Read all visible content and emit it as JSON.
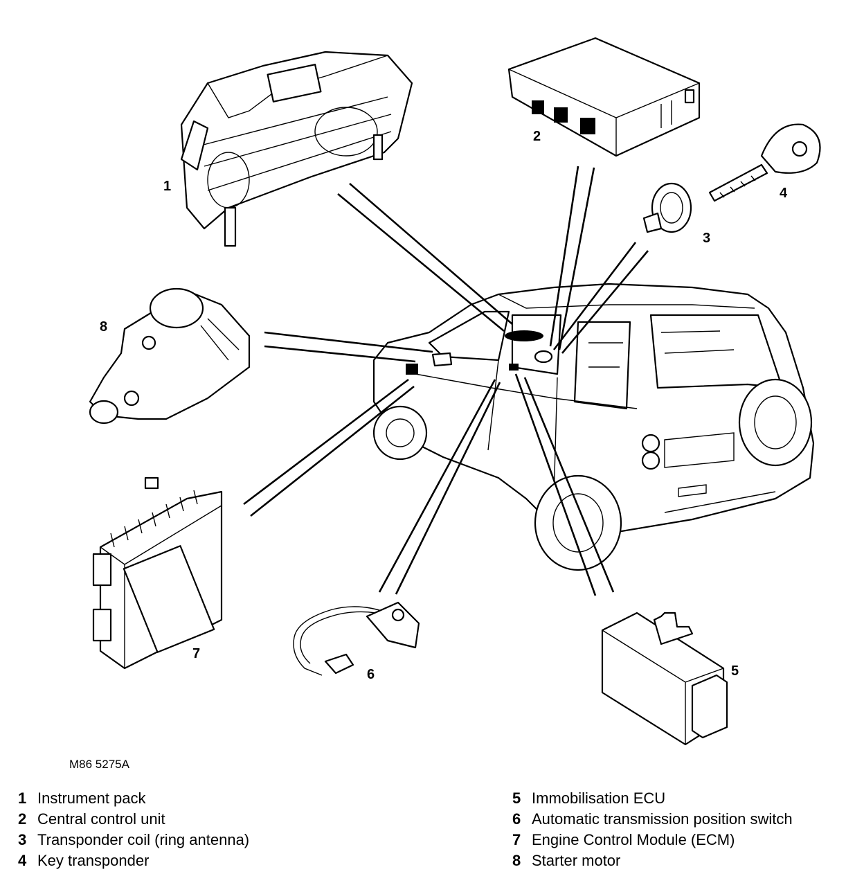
{
  "callouts": [
    "1",
    "2",
    "3",
    "4",
    "5",
    "6",
    "7",
    "8"
  ],
  "reference_code": "M86 5275A",
  "legend": [
    {
      "num": "1",
      "label": "Instrument pack"
    },
    {
      "num": "2",
      "label": "Central control unit"
    },
    {
      "num": "3",
      "label": "Transponder coil (ring antenna)"
    },
    {
      "num": "4",
      "label": "Key transponder"
    },
    {
      "num": "5",
      "label": "Immobilisation ECU"
    },
    {
      "num": "6",
      "label": "Automatic transmission position switch"
    },
    {
      "num": "7",
      "label": "Engine Control Module (ECM)"
    },
    {
      "num": "8",
      "label": "Starter motor"
    }
  ]
}
